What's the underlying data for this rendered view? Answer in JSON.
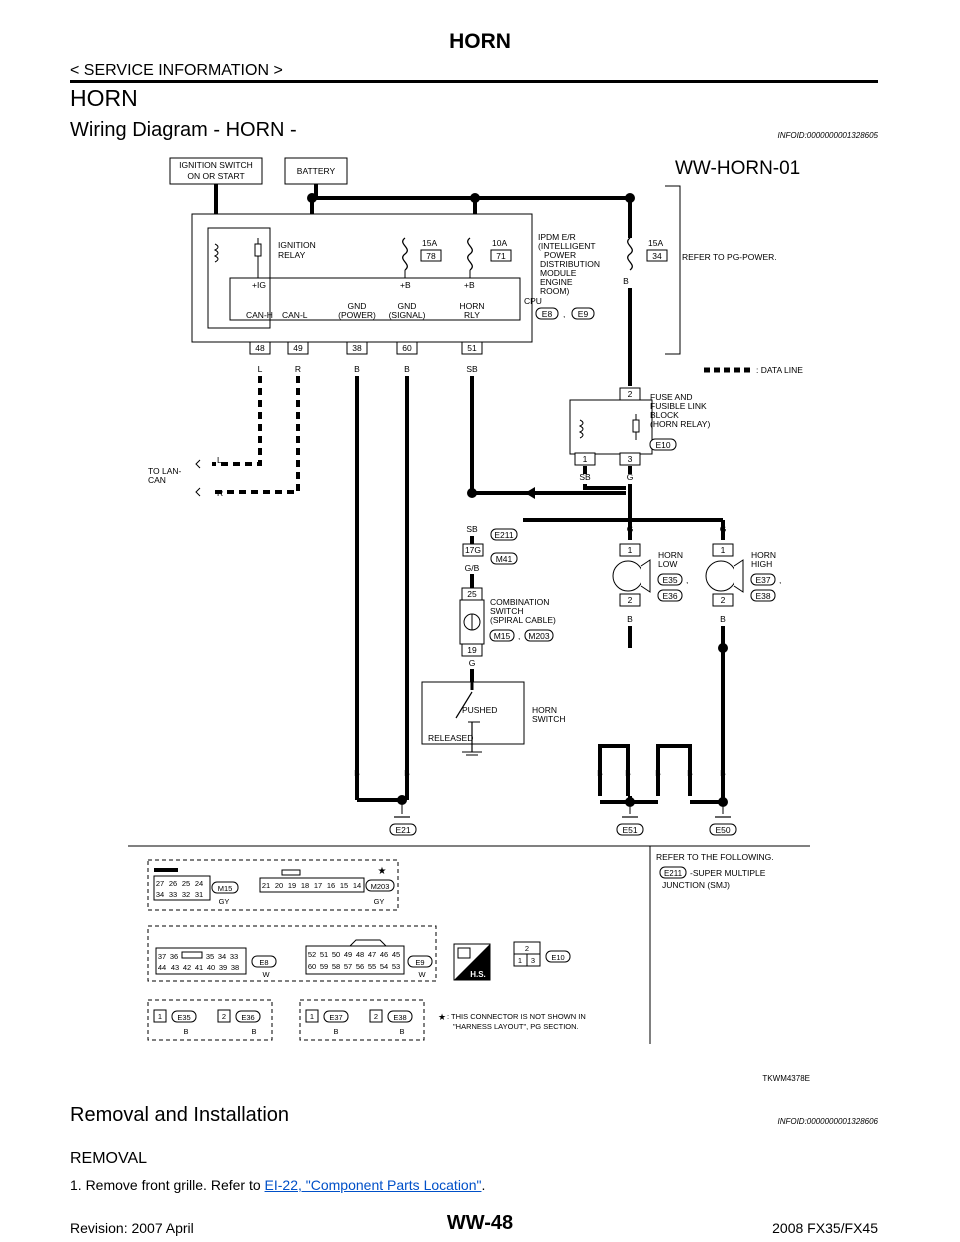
{
  "header": {
    "title": "HORN",
    "breadcrumb": "< SERVICE INFORMATION >"
  },
  "section_title": "HORN",
  "wiring": {
    "heading": "Wiring Diagram - HORN -",
    "info_id": "INFOID:0000000001328605",
    "diagram_id": "WW-HORN-01",
    "image_code": "TKWM4378E",
    "top_boxes": {
      "ignition_l1": "IGNITION SWITCH",
      "ignition_l2": "ON OR START",
      "battery": "BATTERY"
    },
    "ipdm": {
      "relay_l1": "IGNITION",
      "relay_l2": "RELAY",
      "fuse1_amp": "15A",
      "fuse1_no": "78",
      "fuse2_amp": "10A",
      "fuse2_no": "71",
      "fuse3_amp": "15A",
      "fuse3_no": "34",
      "fuse3_wire": "B",
      "refer_power": "REFER TO PG-POWER.",
      "desc": [
        "IPDM E/R",
        "(INTELLIGENT",
        "POWER",
        "DISTRIBUTION",
        "MODULE",
        "ENGINE",
        "ROOM)"
      ],
      "cpu": "CPU",
      "pin_ig": "+IG",
      "pin_b1": "+B",
      "pin_b2": "+B",
      "can_h": "CAN-H",
      "can_l": "CAN-L",
      "gnd_power_l1": "GND",
      "gnd_power_l2": "(POWER)",
      "gnd_signal_l1": "GND",
      "gnd_signal_l2": "(SIGNAL)",
      "horn_rly_l1": "HORN",
      "horn_rly_l2": "RLY",
      "conn1": "E8",
      "conn2": "E9",
      "pins": [
        "48",
        "49",
        "38",
        "60",
        "51"
      ],
      "wires": [
        "L",
        "R",
        "B",
        "B",
        "SB"
      ]
    },
    "data_line_legend": ": DATA LINE",
    "fuse_block": {
      "desc": [
        "FUSE AND",
        "FUSIBLE LINK",
        "BLOCK",
        "(HORN RELAY)"
      ],
      "conn": "E10",
      "pin_top": "2",
      "pin_l": "1",
      "pin_r": "3",
      "wire_sb": "SB",
      "wire_g": "G"
    },
    "lan": {
      "l1": "TO LAN-",
      "l2": "CAN",
      "wire_l": "L",
      "wire_r": "R"
    },
    "smj": {
      "wire_in": "SB",
      "conn1": "E211",
      "pin": "17G",
      "conn2": "M41",
      "wire_out": "G/B"
    },
    "combo": {
      "desc": [
        "COMBINATION",
        "SWITCH",
        "(SPIRAL CABLE)"
      ],
      "pin_top": "25",
      "pin_bot": "19",
      "conn1": "M15",
      "conn2": "M203",
      "wire_out": "G"
    },
    "horn_switch": {
      "pushed": "PUSHED",
      "released": "RELEASED",
      "l1": "HORN",
      "l2": "SWITCH"
    },
    "horn_low": {
      "wire_in": "G",
      "l1": "HORN",
      "l2": "LOW",
      "pin1": "1",
      "pin2": "2",
      "conn1": "E35",
      "conn2": "E36",
      "wire_out": "B"
    },
    "horn_high": {
      "wire_in": "G",
      "l1": "HORN",
      "l2": "HIGH",
      "pin1": "1",
      "pin2": "2",
      "conn1": "E37",
      "conn2": "E38",
      "wire_out": "B"
    },
    "grounds": {
      "wires": [
        "B",
        "B",
        "B",
        "B",
        "B",
        "B",
        "B"
      ],
      "g1": "E21",
      "g2": "E51",
      "g3": "E50"
    },
    "connectors": {
      "m15": {
        "top": [
          "27",
          "26",
          "25",
          "24"
        ],
        "bot": [
          "34",
          "33",
          "32",
          "31"
        ],
        "id": "M15",
        "color": "GY"
      },
      "m203": {
        "pins": [
          "21",
          "20",
          "19",
          "18",
          "17",
          "16",
          "15",
          "14"
        ],
        "id": "M203",
        "color": "GY",
        "star": "★"
      },
      "e8": {
        "top": [
          "37",
          "36",
          "",
          "35",
          "34",
          "33"
        ],
        "bot": [
          "44",
          "43",
          "42",
          "41",
          "40",
          "39",
          "38"
        ],
        "id": "E8",
        "color": "W"
      },
      "e9": {
        "top": [
          "52",
          "51",
          "50",
          "49",
          "48",
          "47",
          "46",
          "45"
        ],
        "bot": [
          "60",
          "59",
          "58",
          "57",
          "56",
          "55",
          "54",
          "53"
        ],
        "id": "E9",
        "color": "W"
      },
      "hs": "H.S.",
      "e10": {
        "top": "2",
        "bl": "1",
        "br": "3",
        "id": "E10"
      },
      "e35": {
        "pin": "1",
        "id": "E35",
        "color": "B"
      },
      "e36": {
        "pin": "2",
        "id": "E36",
        "color": "B"
      },
      "e37": {
        "pin": "1",
        "id": "E37",
        "color": "B"
      },
      "e38": {
        "pin": "2",
        "id": "E38",
        "color": "B"
      },
      "refer_l1": "REFER TO THE FOLLOWING.",
      "refer_conn": "E211",
      "refer_l2": "-SUPER MULTIPLE",
      "refer_l3": "JUNCTION (SMJ)",
      "note_star": "★",
      "note_l1": ": THIS CONNECTOR IS NOT SHOWN IN",
      "note_l2": "\"HARNESS LAYOUT\", PG SECTION."
    }
  },
  "removal": {
    "heading": "Removal and Installation",
    "info_id": "INFOID:0000000001328606",
    "sub": "REMOVAL",
    "step1_prefix": "1.   Remove front grille. Refer to ",
    "step1_link": "EI-22, \"Component Parts Location\"",
    "step1_suffix": "."
  },
  "footer": {
    "page": "WW-48",
    "revision": "Revision: 2007 April",
    "model": "2008 FX35/FX45"
  }
}
